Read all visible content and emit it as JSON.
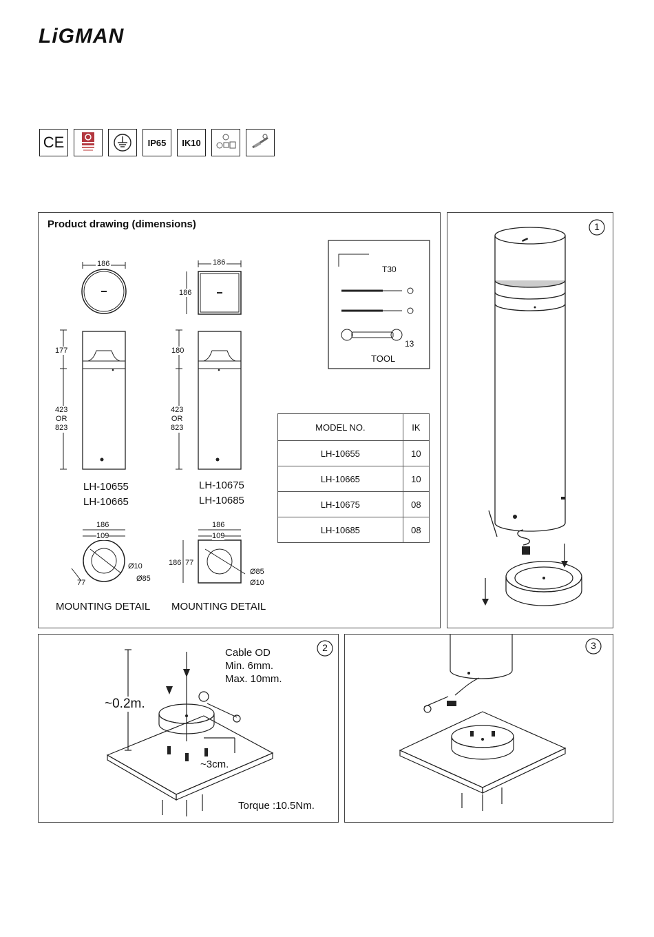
{
  "brand": "LiGMAN",
  "certifications": [
    {
      "icon": "ce-mark-icon",
      "label": "CE"
    },
    {
      "icon": "quality-mark-icon",
      "label": ""
    },
    {
      "icon": "earth-ground-icon",
      "label": ""
    },
    {
      "icon": "ip-rating-icon",
      "label": "IP65"
    },
    {
      "icon": "ik-rating-icon",
      "label": "IK10"
    },
    {
      "icon": "instruction-icon",
      "label": ""
    },
    {
      "icon": "tools-icon",
      "label": ""
    }
  ],
  "product_drawing": {
    "title": "Product drawing (dimensions)",
    "round": {
      "top_width": "186",
      "head_height": "177",
      "body_height_line1": "423",
      "body_height_line2": "OR",
      "body_height_line3": "823",
      "model_1": "LH-10655",
      "model_2": "LH-10665",
      "mount_outer": "186",
      "mount_inner": "109",
      "mount_hole": "Ø10",
      "mount_center": "Ø85",
      "mount_offset": "77",
      "mount_label": "MOUNTING DETAIL"
    },
    "square": {
      "top_width": "186",
      "top_depth": "186",
      "head_height": "180",
      "body_height_line1": "423",
      "body_height_line2": "OR",
      "body_height_line3": "823",
      "model_1": "LH-10675",
      "model_2": "LH-10685",
      "mount_outer": "186",
      "mount_inner": "109",
      "mount_side": "186",
      "mount_offset": "77",
      "mount_center": "Ø85",
      "mount_hole": "Ø10",
      "mount_label": "MOUNTING DETAIL"
    },
    "tool": {
      "hex_size": "T30",
      "wrench_size": "13",
      "label": "TOOL"
    },
    "table": {
      "headers": [
        "MODEL NO.",
        "IK"
      ],
      "rows": [
        [
          "LH-10655",
          "10"
        ],
        [
          "LH-10665",
          "10"
        ],
        [
          "LH-10675",
          "08"
        ],
        [
          "LH-10685",
          "08"
        ]
      ]
    }
  },
  "steps": {
    "step1": {
      "number": "1"
    },
    "step2": {
      "number": "2",
      "cable_line1": "Cable OD",
      "cable_line2": "Min. 6mm.",
      "cable_line3": "Max. 10mm.",
      "height": "~0.2m.",
      "depth": "~3cm.",
      "torque": "Torque :10.5Nm."
    },
    "step3": {
      "number": "3"
    }
  }
}
